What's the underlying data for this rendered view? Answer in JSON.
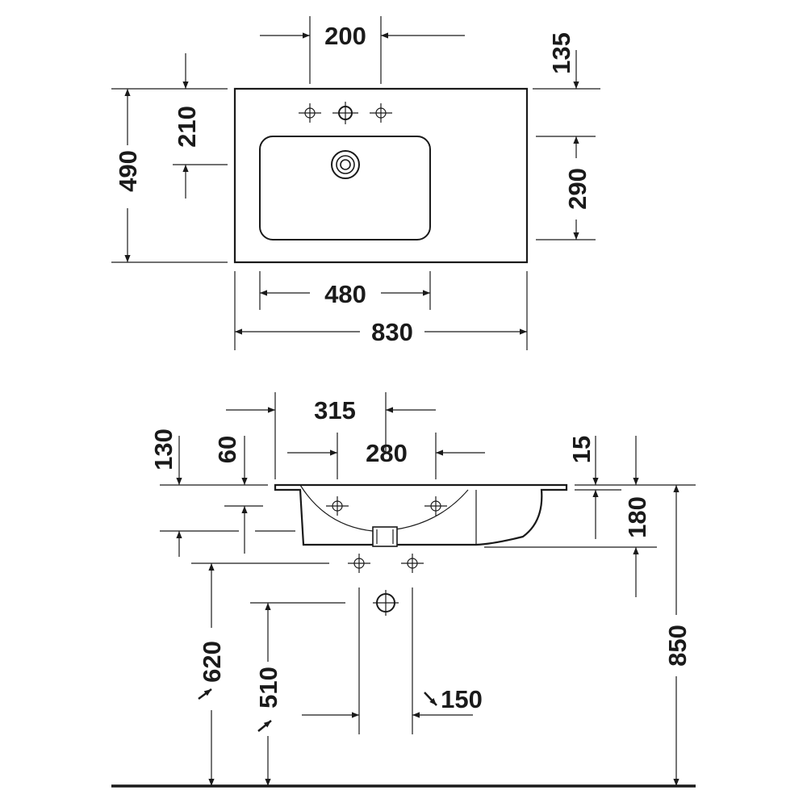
{
  "top_view": {
    "dim_tap_spacing": "200",
    "dim_top_to_taps": "135",
    "dim_depth": "490",
    "dim_tap_to_bowl": "210",
    "dim_bowl_depth": "290",
    "dim_bowl_width": "480",
    "dim_total_width": "830"
  },
  "side_view": {
    "dim_315": "315",
    "dim_280": "280",
    "dim_130": "130",
    "dim_60": "60",
    "dim_15": "15",
    "dim_180": "180",
    "dim_620": "620",
    "dim_510": "510",
    "dim_150": "150",
    "dim_850": "850"
  },
  "colors": {
    "line": "#1a1a1a",
    "background": "#ffffff"
  }
}
